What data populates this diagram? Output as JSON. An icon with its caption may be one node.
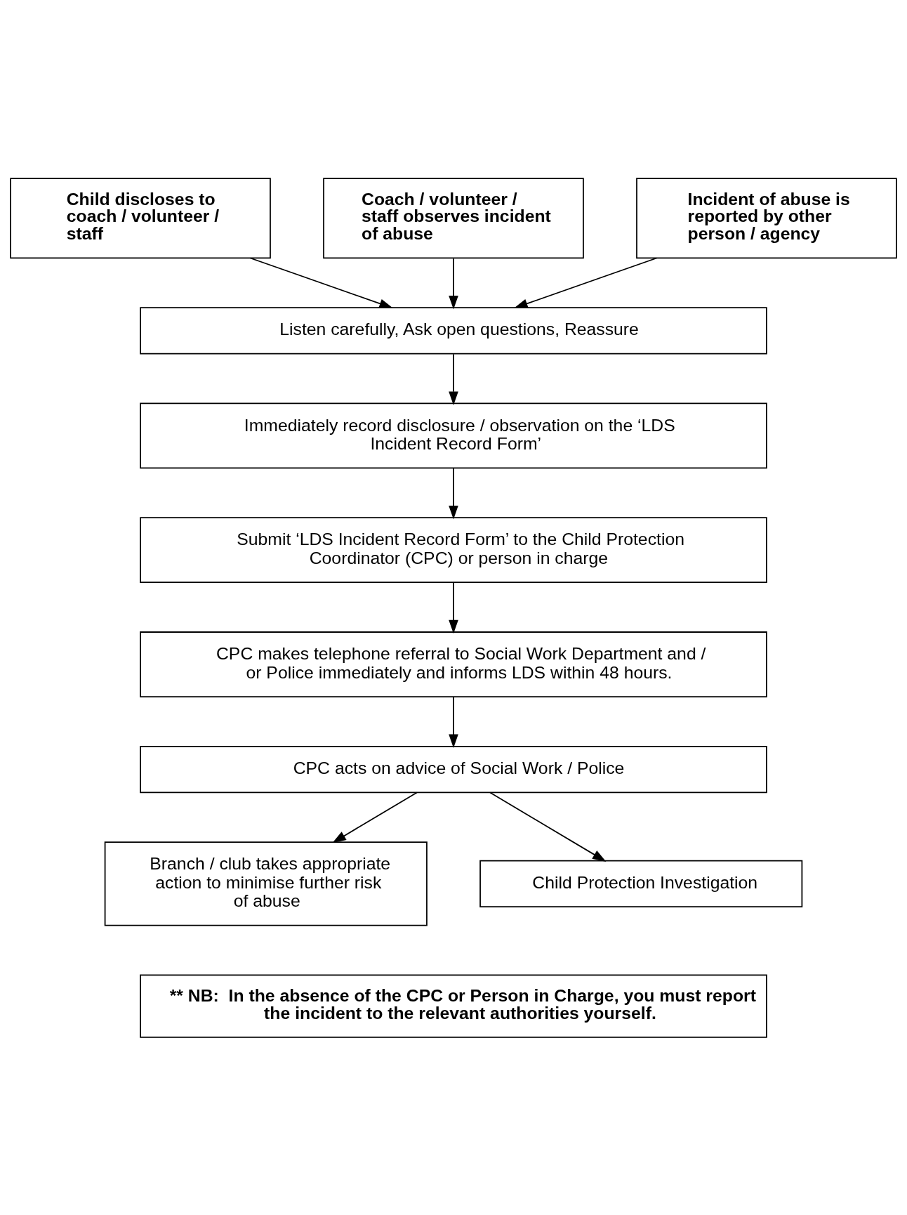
{
  "diagram": {
    "nodes": [
      {
        "text": [
          "Child discloses to coach / volunteer / staff"
        ]
      },
      {
        "text": [
          "Coach / volunteer / staff observes incident of abuse"
        ]
      },
      {
        "text": [
          "Incident of abuse is reported by other person / agency"
        ]
      },
      {
        "text": [
          "Listen carefully, Ask open questions, Reassure"
        ]
      },
      {
        "text": [
          "Immediately record disclosure / observation on the ‘LDS Incident Record Form’"
        ]
      },
      {
        "text": [
          "Submit ‘LDS Incident Record Form’ to the Child Protection Coordinator (CPC) or person in charge"
        ]
      },
      {
        "text": [
          "CPC makes telephone referral to Social Work Department and / or Police immediately and informs LDS within 48 hours."
        ]
      },
      {
        "text": [
          "CPC acts on advice of Social Work / Police"
        ]
      },
      {
        "text": [
          "Branch / club takes appropriate action to minimise further risk of abuse"
        ]
      },
      {
        "text": [
          "Child Protection Investigation"
        ]
      },
      {
        "text": [
          "** NB:  In the absence of the CPC or Person in Charge, you must report the incident to the relevant authorities yourself."
        ]
      }
    ],
    "edges": [
      {
        "from": 0,
        "to": 3,
        "arrow": "to"
      },
      {
        "from": 1,
        "to": 3,
        "arrow": "to"
      },
      {
        "from": 2,
        "to": 3,
        "arrow": "to"
      },
      {
        "from": 3,
        "to": 4,
        "arrow": "to"
      },
      {
        "from": 4,
        "to": 5,
        "arrow": "to"
      },
      {
        "from": 5,
        "to": 6,
        "arrow": "to"
      },
      {
        "from": 6,
        "to": 7,
        "arrow": "to"
      },
      {
        "from": 7,
        "to": 8,
        "arrow": "to"
      },
      {
        "from": 7,
        "to": 9,
        "arrow": "to"
      }
    ]
  }
}
